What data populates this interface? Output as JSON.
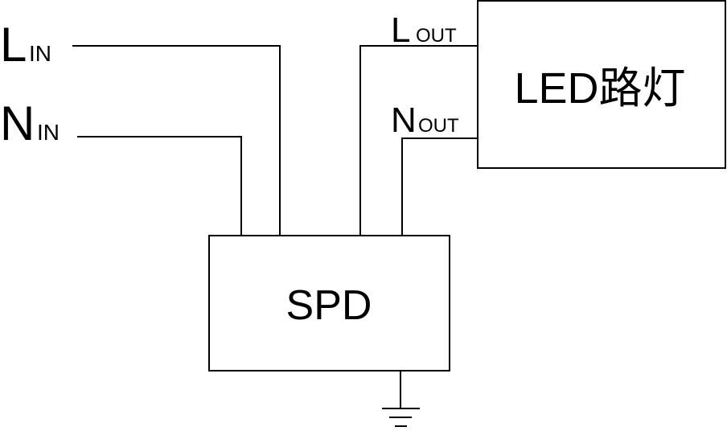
{
  "labels": {
    "l_in": {
      "main": "L",
      "sub": "IN"
    },
    "n_in": {
      "main": "N",
      "sub": "IN"
    },
    "l_out": {
      "main": "L",
      "sub": "OUT"
    },
    "n_out": {
      "main": "N",
      "sub": "OUT"
    }
  },
  "boxes": {
    "spd": "SPD",
    "led": "LED路灯"
  },
  "colors": {
    "line": "#000000",
    "background": "#ffffff"
  }
}
